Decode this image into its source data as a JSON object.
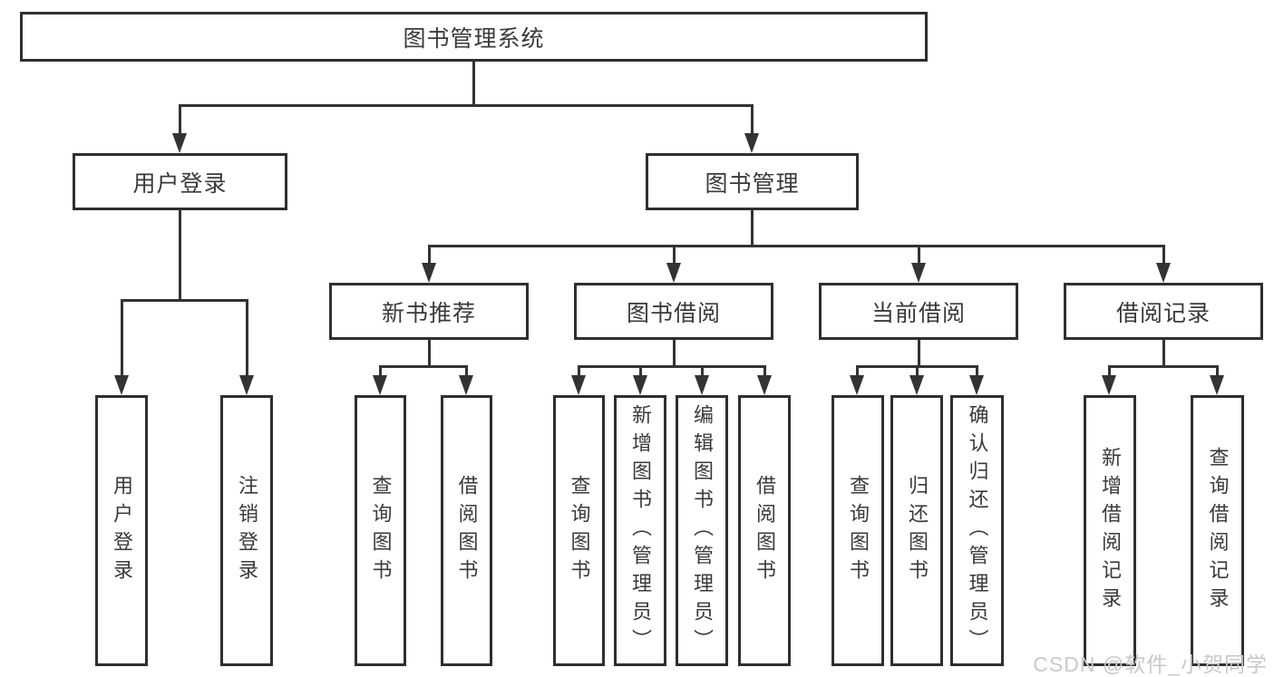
{
  "diagram": {
    "root": {
      "label": "图书管理系统"
    },
    "level2": [
      {
        "label": "用户登录"
      },
      {
        "label": "图书管理"
      }
    ],
    "level3": [
      {
        "label": "新书推荐"
      },
      {
        "label": "图书借阅"
      },
      {
        "label": "当前借阅"
      },
      {
        "label": "借阅记录"
      }
    ],
    "leaves": {
      "user_login": [
        "用户登录",
        "注销登录"
      ],
      "new_book": [
        "查询图书",
        "借阅图书"
      ],
      "book_borrow": [
        "查询图书",
        "新增图书（管理员）",
        "编辑图书（管理员）",
        "借阅图书"
      ],
      "current_borrow": [
        "查询图书",
        "归还图书",
        "确认归还（管理员）"
      ],
      "borrow_record": [
        "新增借阅记录",
        "查询借阅记录"
      ]
    }
  },
  "watermark": {
    "text": "CSDN @软件_小贺同学"
  },
  "colors": {
    "line": "#333333",
    "border": "#2f2f2f",
    "text": "#3a3a3a",
    "watermark": "#c9c9c9",
    "background": "#ffffff"
  }
}
